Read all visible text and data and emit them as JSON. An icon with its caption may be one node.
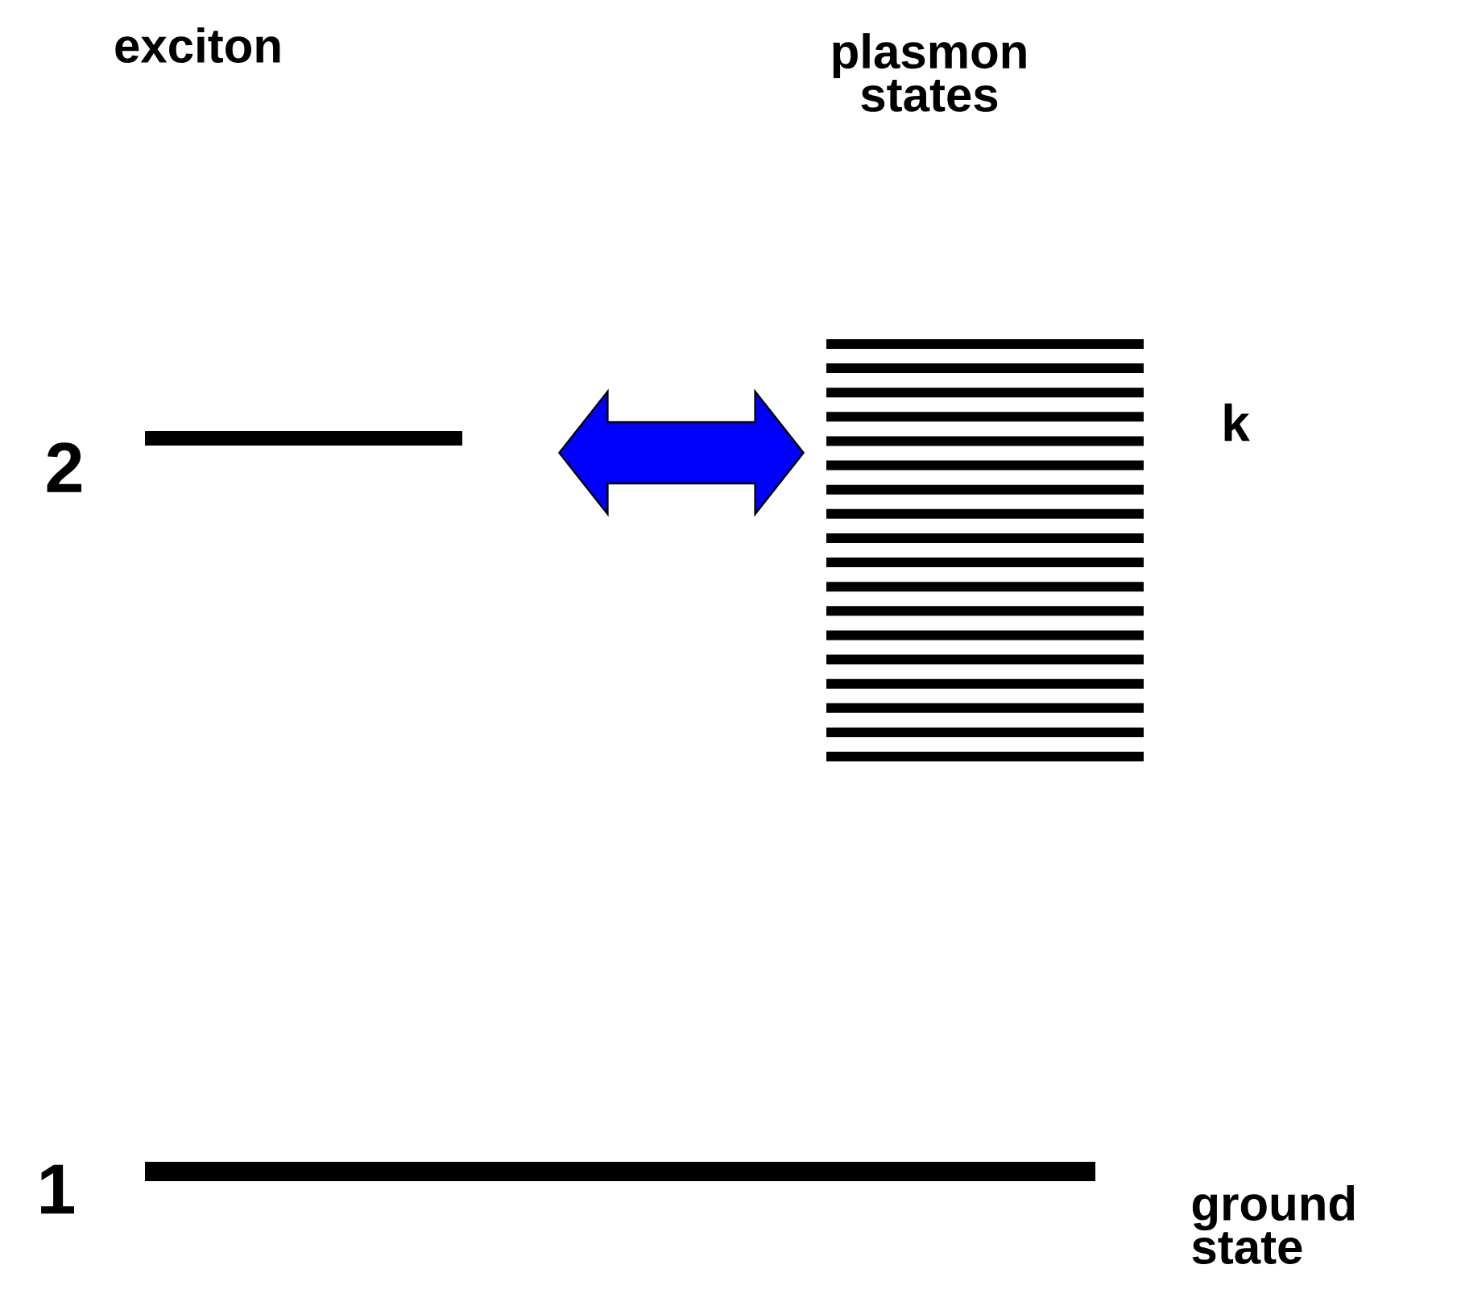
{
  "diagram": {
    "nodes": [
      {
        "text": [],
        "shape": "bar",
        "beside": [
          "2"
        ]
      },
      {
        "text": [],
        "shape": "bar",
        "beside": [
          "k"
        ]
      },
      {
        "text": [],
        "shape": "bar",
        "beside": [
          "1",
          "ground state"
        ]
      }
    ],
    "edges": [
      {
        "from": 0,
        "to": 1,
        "arrow": "both",
        "color": "#0000ff"
      }
    ],
    "labels": [
      "exciton",
      "plasmon states"
    ]
  }
}
